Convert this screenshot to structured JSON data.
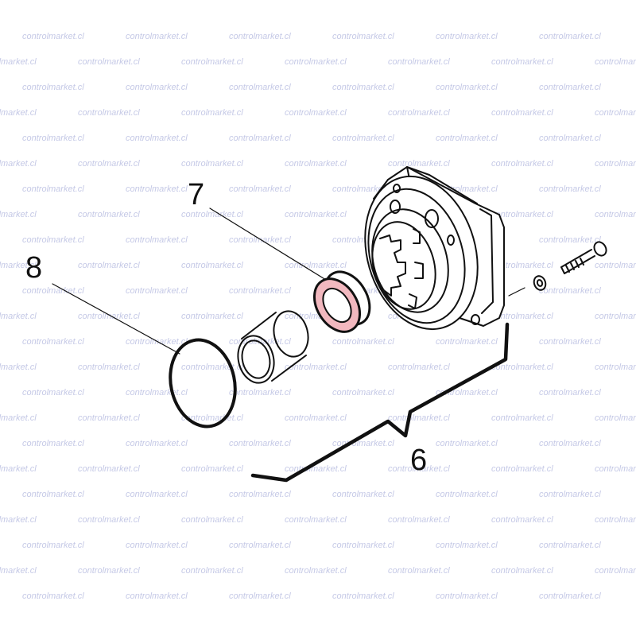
{
  "watermark": {
    "text": "controlmarket.cl",
    "color": "#c5c9e6"
  },
  "callouts": {
    "part_6": "6",
    "part_7": "7",
    "part_8": "8"
  },
  "colors": {
    "line": "#111111",
    "seal_highlight": "#f2b8bf"
  }
}
